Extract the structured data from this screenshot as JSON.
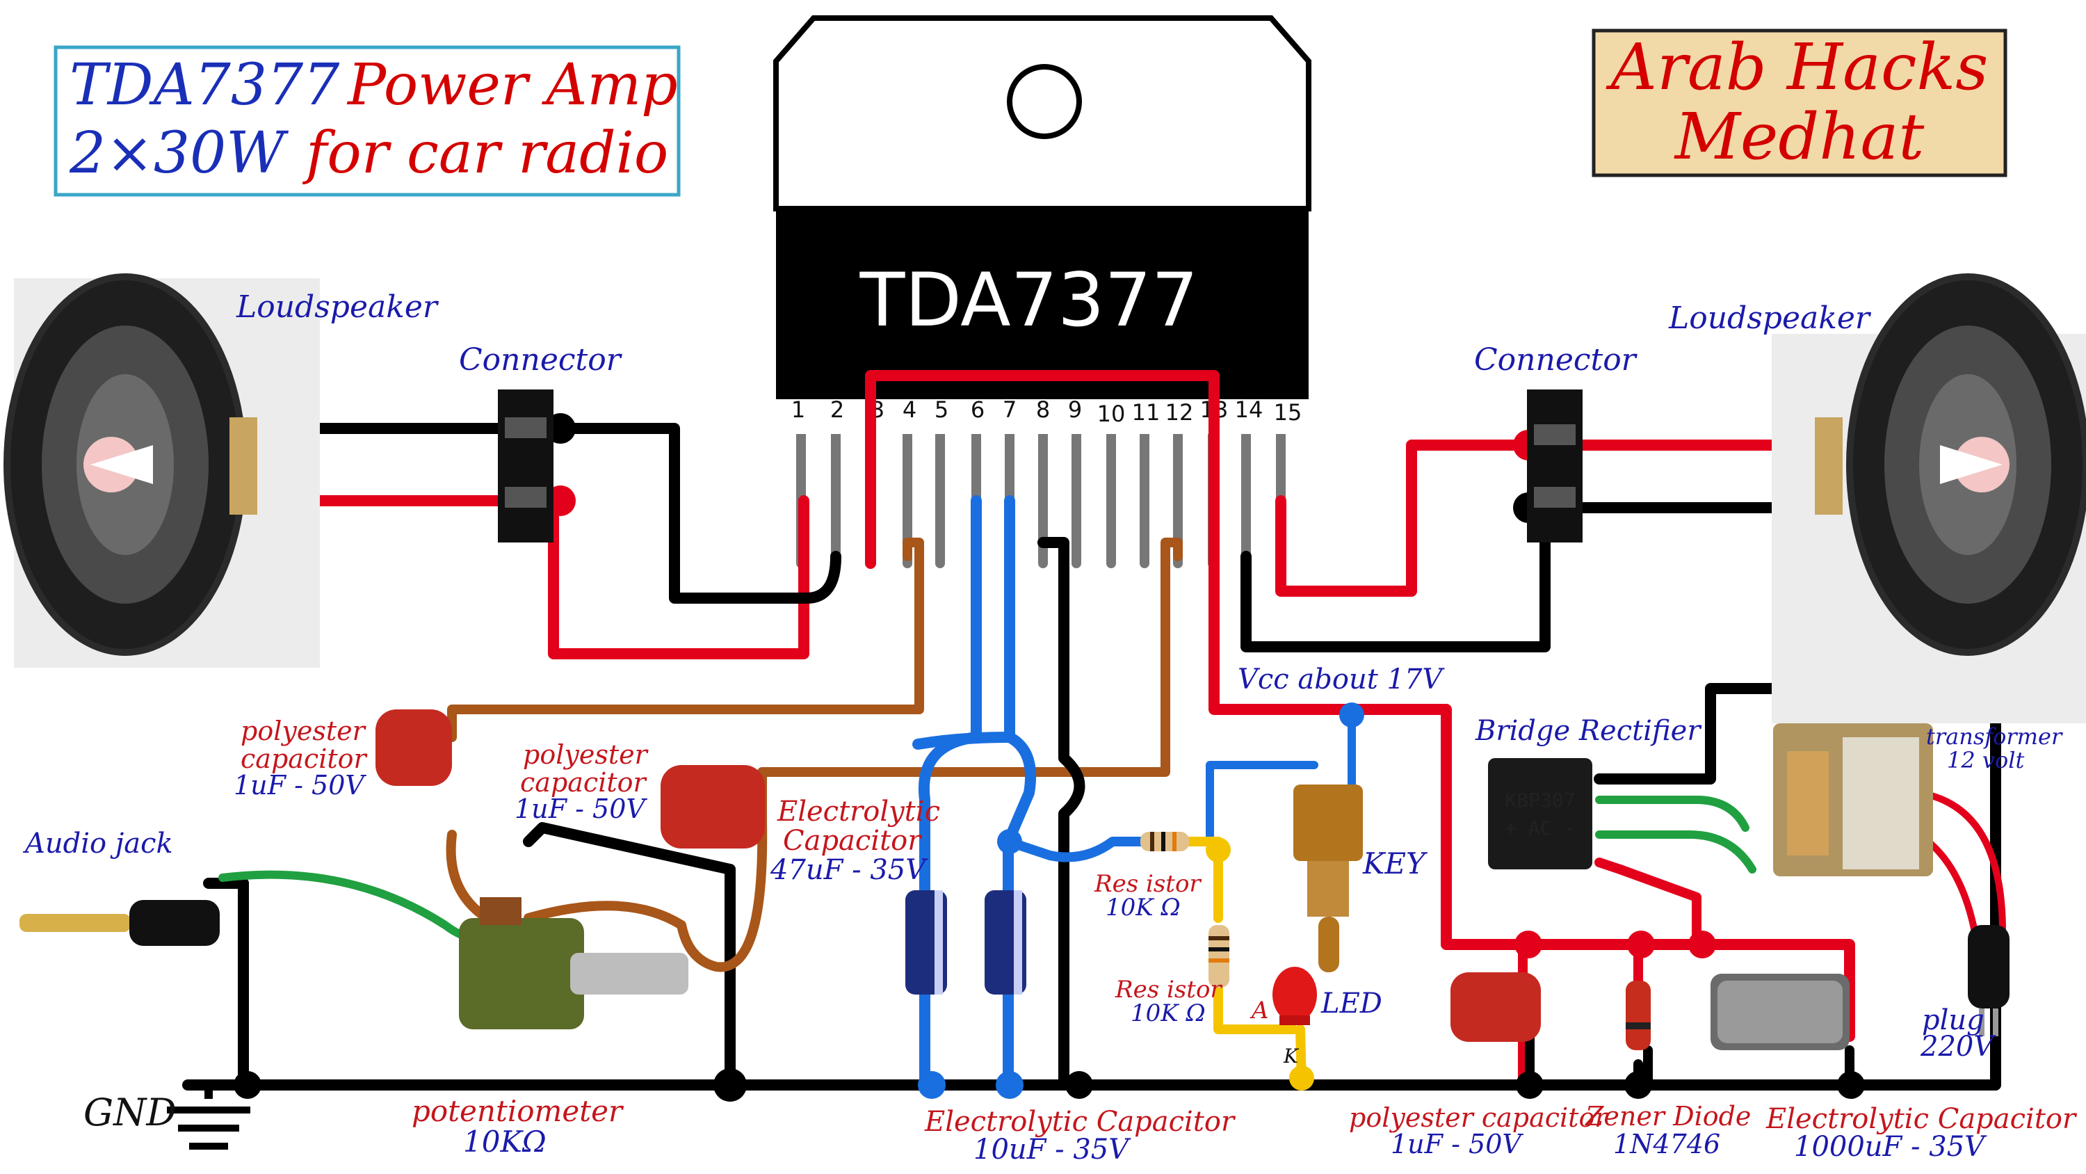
{
  "title": {
    "line1_blue": "TDA7377",
    "line1_red": "Power Amp",
    "line2_blue": "2×30W",
    "line2_red": "for car radio"
  },
  "brand": {
    "line1": "Arab Hacks",
    "line2": "Medhat"
  },
  "chip": {
    "name": "TDA7377",
    "pins": [
      "1",
      "2",
      "3",
      "4",
      "5",
      "6",
      "7",
      "8",
      "9",
      "10",
      "11",
      "12",
      "13",
      "14",
      "15"
    ]
  },
  "labels": {
    "loudspeaker_left": "Loudspeaker",
    "loudspeaker_right": "Loudspeaker",
    "connector_left": "Connector",
    "connector_right": "Connector",
    "vcc": "Vcc about 17V",
    "bridge": "Bridge Rectifier",
    "transformer_1": "transformer",
    "transformer_2": "12 volt",
    "polyester1_1": "polyester",
    "polyester1_2": "capacitor",
    "polyester1_3": "1uF - 50V",
    "polyester2_1": "polyester",
    "polyester2_2": "capacitor",
    "polyester2_3": "1uF - 50V",
    "electro47_1": "Electrolytic",
    "electro47_2": "Capacitor",
    "electro47_3": "47uF  -  35V",
    "audio_jack": "Audio jack",
    "key": "KEY",
    "res1_1": "Res istor",
    "res1_2": "10K Ω",
    "res2_1": "Res istor",
    "res2_2": "10K Ω",
    "led": "LED",
    "led_a": "A",
    "led_k": "K",
    "plug_1": "plug",
    "plug_2": "220V",
    "gnd": "GND",
    "pot_1": "potentiometer",
    "pot_2": "10KΩ",
    "electro10_1": "Electrolytic Capacitor",
    "electro10_2": "10uF  -  35V",
    "polyester3_1": "polyester capacitor",
    "polyester3_2": "1uF - 50V",
    "zener_1": "Zener Diode",
    "zener_2": "1N4746",
    "electro1000_1": "Electrolytic Capacitor",
    "electro1000_2": "1000uF  -  35V",
    "bridge_marking_1": "KBP307",
    "bridge_marking_2": "+ AC -"
  },
  "colors": {
    "wire_red": "#e3001b",
    "wire_black": "#000000",
    "wire_blue": "#1a6fe0",
    "wire_brown": "#a8561a",
    "wire_green": "#20a040",
    "wire_yellow": "#f5c400",
    "title_blue": "#1a2fb8",
    "title_red": "#d40000",
    "brand_bg": "#f2d9a8"
  }
}
